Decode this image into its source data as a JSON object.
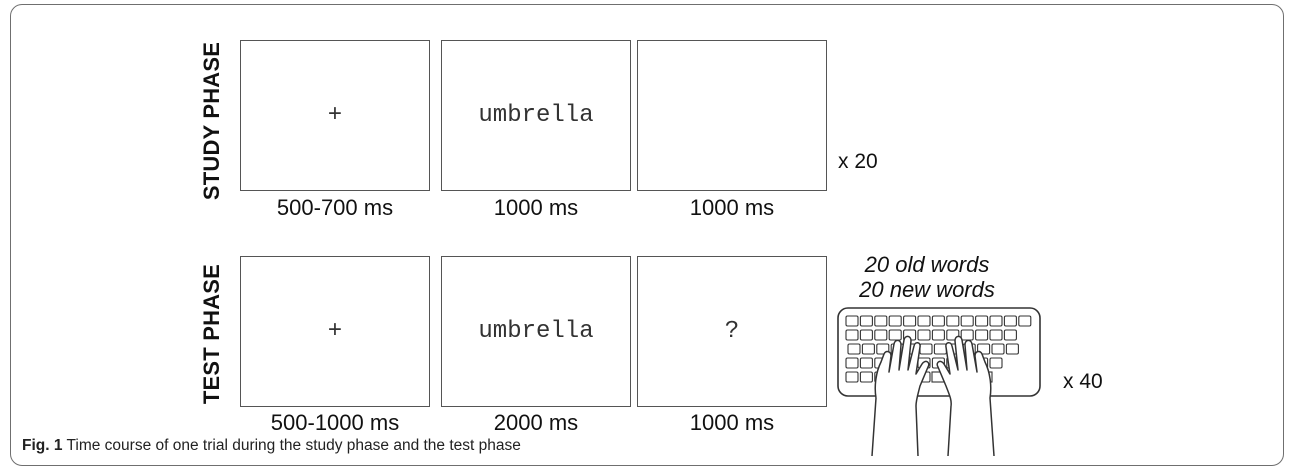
{
  "study": {
    "label": "STUDY PHASE",
    "screens": [
      {
        "content": "+",
        "duration": "500-700 ms"
      },
      {
        "content": "umbrella",
        "duration": "1000 ms"
      },
      {
        "content": "",
        "duration": "1000 ms"
      }
    ],
    "repeat": "x 20"
  },
  "test": {
    "label": "TEST PHASE",
    "screens": [
      {
        "content": "+",
        "duration": "500-1000 ms"
      },
      {
        "content": "umbrella",
        "duration": "2000 ms"
      },
      {
        "content": "?",
        "duration": "1000 ms"
      }
    ],
    "repeat": "x 40",
    "words": [
      "20 old words",
      "20 new words"
    ]
  },
  "caption": {
    "label": "Fig. 1",
    "text": " Time course of one trial during the study phase and the test phase"
  }
}
